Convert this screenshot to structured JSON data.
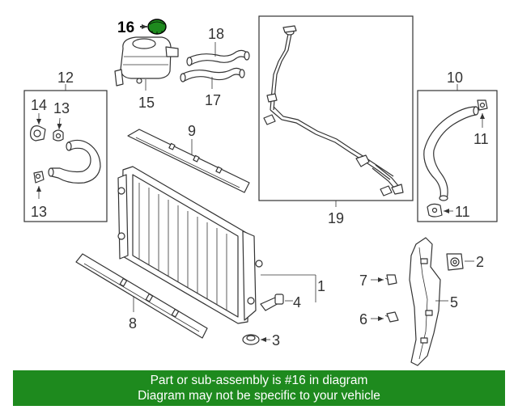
{
  "banner": {
    "line1": "Part or sub-assembly is #16 in diagram",
    "line2": "Diagram may not be specific to your vehicle"
  },
  "highlight_color": "#1e8a1e",
  "callouts": {
    "c1": "1",
    "c2": "2",
    "c3": "3",
    "c4": "4",
    "c5": "5",
    "c6": "6",
    "c7": "7",
    "c8": "8",
    "c9": "9",
    "c10": "10",
    "c11a": "11",
    "c11b": "11",
    "c12": "12",
    "c13a": "13",
    "c13b": "13",
    "c14": "14",
    "c15": "15",
    "c16": "16",
    "c17": "17",
    "c18": "18",
    "c19": "19"
  }
}
